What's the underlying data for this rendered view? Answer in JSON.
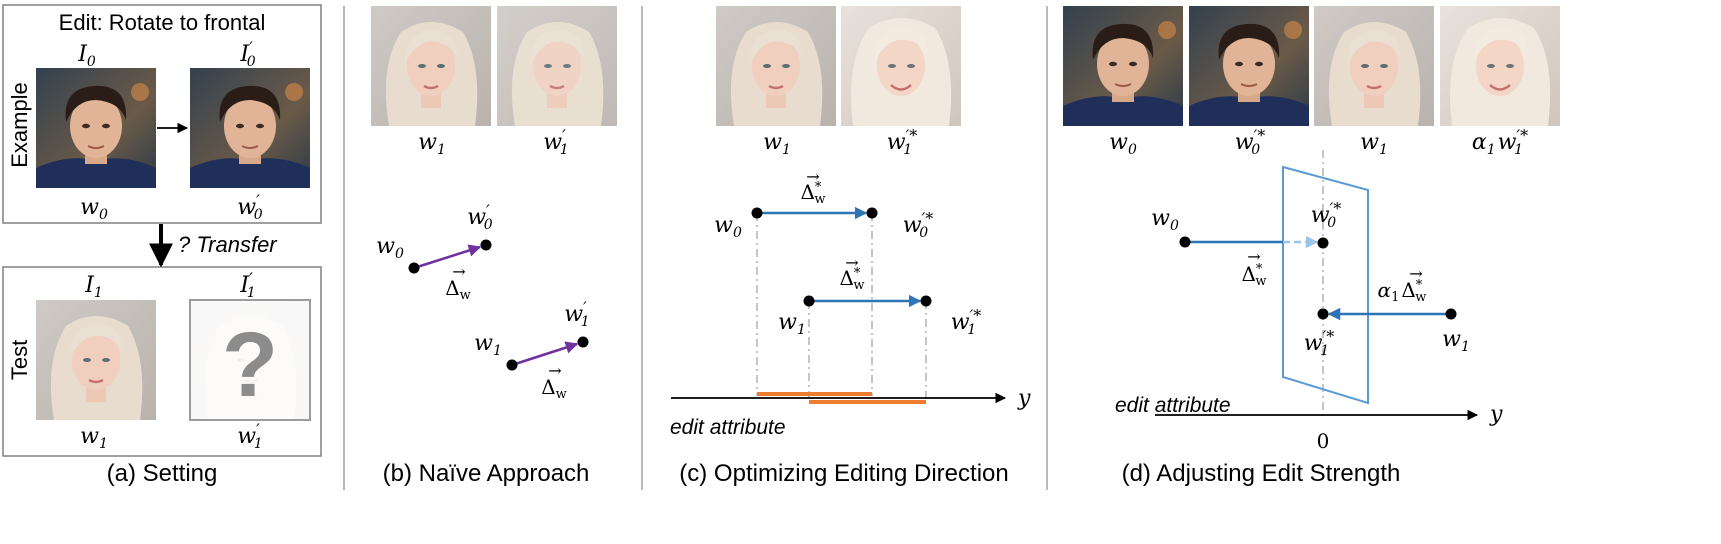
{
  "colors": {
    "purple": "#7030A0",
    "blue": "#2E75B6",
    "orange": "#ED7D31",
    "plane": "#5B9BD5",
    "guide": "#A6A6A6"
  },
  "panels": {
    "a": {
      "caption": "(a) Setting",
      "edit_label": "Edit: Rotate to frontal",
      "example_label": "Example",
      "test_label": "Test",
      "transfer_label": "? Transfer",
      "img_I0": "I",
      "img_I0_sub": "0",
      "img_I0p": "I",
      "img_I0p_sub": "0",
      "img_I0p_prime": "′",
      "img_I1": "I",
      "img_I1_sub": "1",
      "img_I1p": "I",
      "img_I1p_sub": "1",
      "img_I1p_prime": "′",
      "w": "w",
      "sub0": "0",
      "sub1": "1",
      "prime": "′",
      "question": "?"
    },
    "b": {
      "caption": "(b) Naïve Approach",
      "w": "w",
      "sub0": "0",
      "sub1": "1",
      "prime": "′",
      "delta": "Δ",
      "delta_sub": "w",
      "arrow_glyph": "→"
    },
    "c": {
      "caption": "(c) Optimizing Editing Direction",
      "w": "w",
      "sub0": "0",
      "sub1": "1",
      "prime_star": "′*",
      "delta": "Δ",
      "delta_sup": "*",
      "delta_sub": "w",
      "arrow_glyph": "→",
      "axis_y": "y",
      "axis_label": "edit attribute"
    },
    "d": {
      "caption": "(d) Adjusting Edit Strength",
      "w": "w",
      "sub0": "0",
      "sub1": "1",
      "prime_star": "′*",
      "alpha": "α",
      "delta": "Δ",
      "delta_sup": "*",
      "delta_sub": "w",
      "arrow_glyph": "→",
      "axis_y": "y",
      "axis_zero": "0",
      "axis_label": "edit attribute"
    }
  }
}
